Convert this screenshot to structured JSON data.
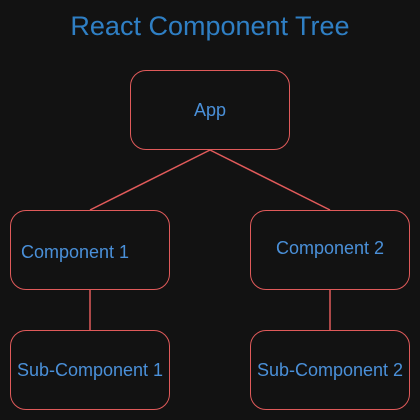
{
  "diagram": {
    "title": "React Component Tree",
    "colors": {
      "background": "#121212",
      "title": "#2f7fc4",
      "node_text": "#4a90d9",
      "node_border": "#e05a5a"
    },
    "nodes": {
      "app": {
        "label": "App"
      },
      "component_1": {
        "label": "Component 1"
      },
      "component_2": {
        "label": "Component 2"
      },
      "sub_component_1": {
        "label": "Sub-Component 1"
      },
      "sub_component_2": {
        "label": "Sub-Component 2"
      }
    },
    "edges": [
      {
        "from": "app",
        "to": "component_1"
      },
      {
        "from": "app",
        "to": "component_2"
      },
      {
        "from": "component_1",
        "to": "sub_component_1"
      },
      {
        "from": "component_2",
        "to": "sub_component_2"
      }
    ]
  }
}
